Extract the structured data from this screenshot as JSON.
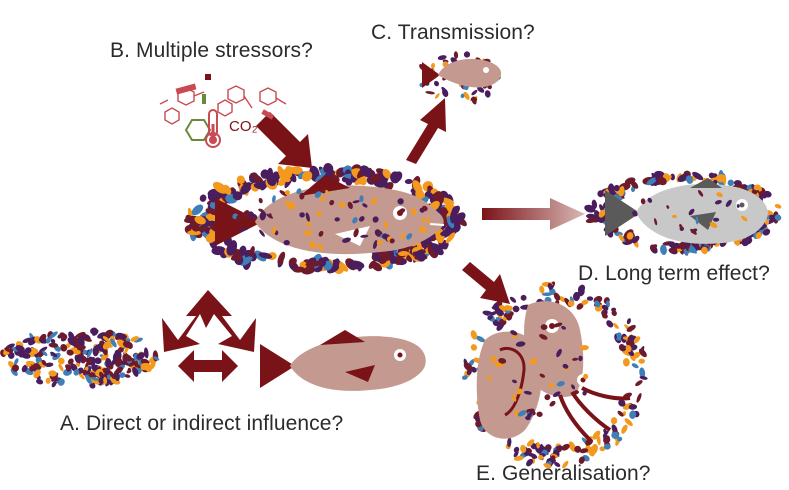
{
  "labels": {
    "a": "A. Direct or indirect influence?",
    "b": "B. Multiple stressors?",
    "c": "C. Transmission?",
    "d": "D. Long term effect?",
    "e": "E. Generalisation?",
    "co2": "CO₂"
  },
  "colors": {
    "arrow": "#7a1318",
    "fish": "#c49a90",
    "fish_dark": "#7a1318",
    "fish_grey": "#c8c8c8",
    "fish_grey_dark": "#5a5a5a",
    "microbe_purple": "#4a1d5e",
    "microbe_orange": "#f39a1e",
    "microbe_blue": "#3f7fb8",
    "microbe_maroon": "#6e1a2a",
    "stressor_red": "#c94a52",
    "stressor_green": "#6a8a3a"
  },
  "icons": [
    "thermometer-icon",
    "molecule-icon",
    "hexagon-icon"
  ]
}
